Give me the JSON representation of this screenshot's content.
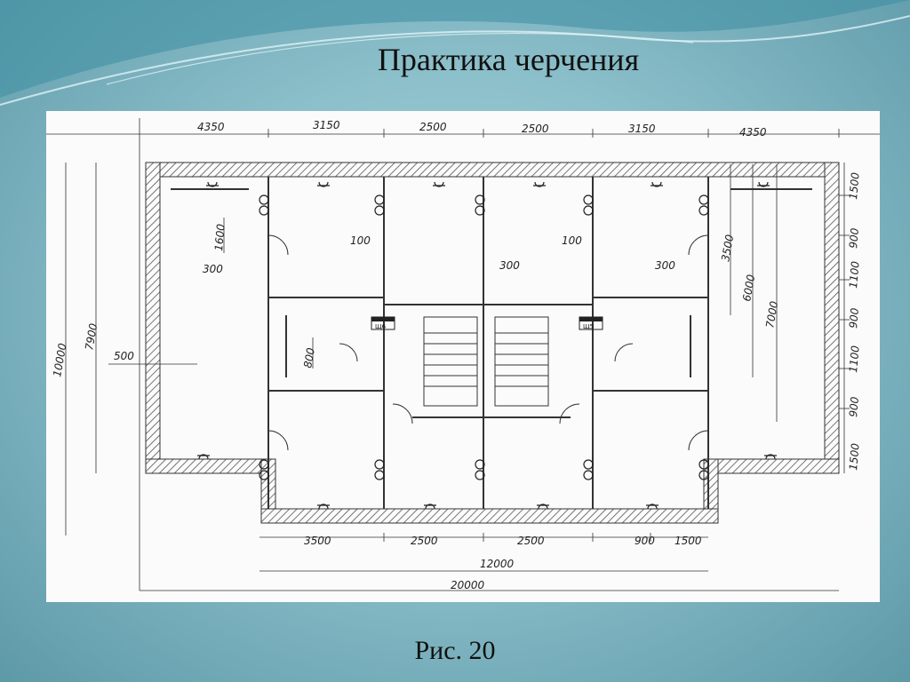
{
  "slide": {
    "title": "Практика черчения",
    "caption": "Рис. 20"
  },
  "drawing": {
    "top_dimensions": [
      "4350",
      "3150",
      "2500",
      "2500",
      "3150",
      "4350"
    ],
    "bottom_dimensions": [
      "3500",
      "2500",
      "2500",
      "900",
      "1500"
    ],
    "total_middle": "12000",
    "total_overall": "20000",
    "left_dimensions": [
      "10000",
      "7900"
    ],
    "right_dimensions": [
      "1500",
      "900",
      "1100",
      "900",
      "1100",
      "900",
      "1500"
    ],
    "interior_dimensions": [
      "1600",
      "300",
      "100",
      "300",
      "100",
      "300",
      "3500",
      "6000",
      "7000",
      "500",
      "800"
    ],
    "equipment_labels": [
      "Щ6",
      "Щ5"
    ]
  },
  "colors": {
    "wall_hatch": "#555555",
    "line": "#222222",
    "paper": "#fbfbfb"
  }
}
